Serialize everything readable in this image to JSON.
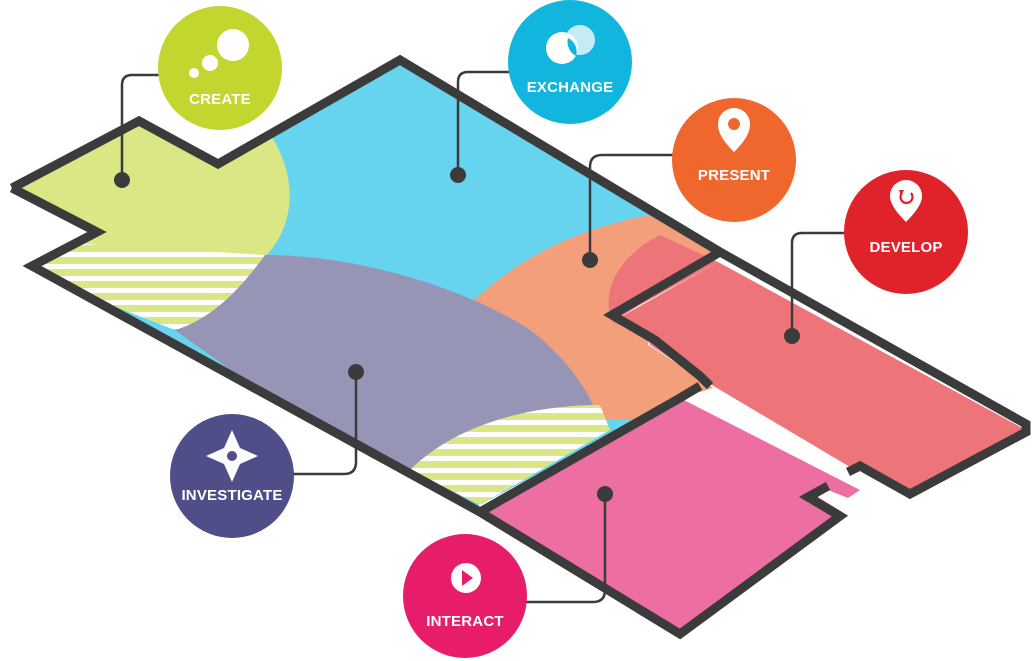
{
  "zones": [
    {
      "id": "create",
      "label": "CREATE",
      "icon": "bubbles-icon",
      "circle_color": "#c3d52f",
      "zone_color": "#dbe684"
    },
    {
      "id": "exchange",
      "label": "EXCHANGE",
      "icon": "overlapping-circles-icon",
      "circle_color": "#12b5de",
      "zone_color": "#66d4ef"
    },
    {
      "id": "present",
      "label": "PRESENT",
      "icon": "map-pin-icon",
      "circle_color": "#f0672e",
      "zone_color": "#f49f7b"
    },
    {
      "id": "develop",
      "label": "DEVELOP",
      "icon": "refresh-pin-icon",
      "circle_color": "#e0232b",
      "zone_color": "#ed757a"
    },
    {
      "id": "investigate",
      "label": "INVESTIGATE",
      "icon": "compass-icon",
      "circle_color": "#4f4e89",
      "zone_color": "#9695b5"
    },
    {
      "id": "interact",
      "label": "INTERACT",
      "icon": "play-icon",
      "circle_color": "#e71c6b",
      "zone_color": "#ed6ea3"
    }
  ],
  "outline_color": "#3b3b3b"
}
